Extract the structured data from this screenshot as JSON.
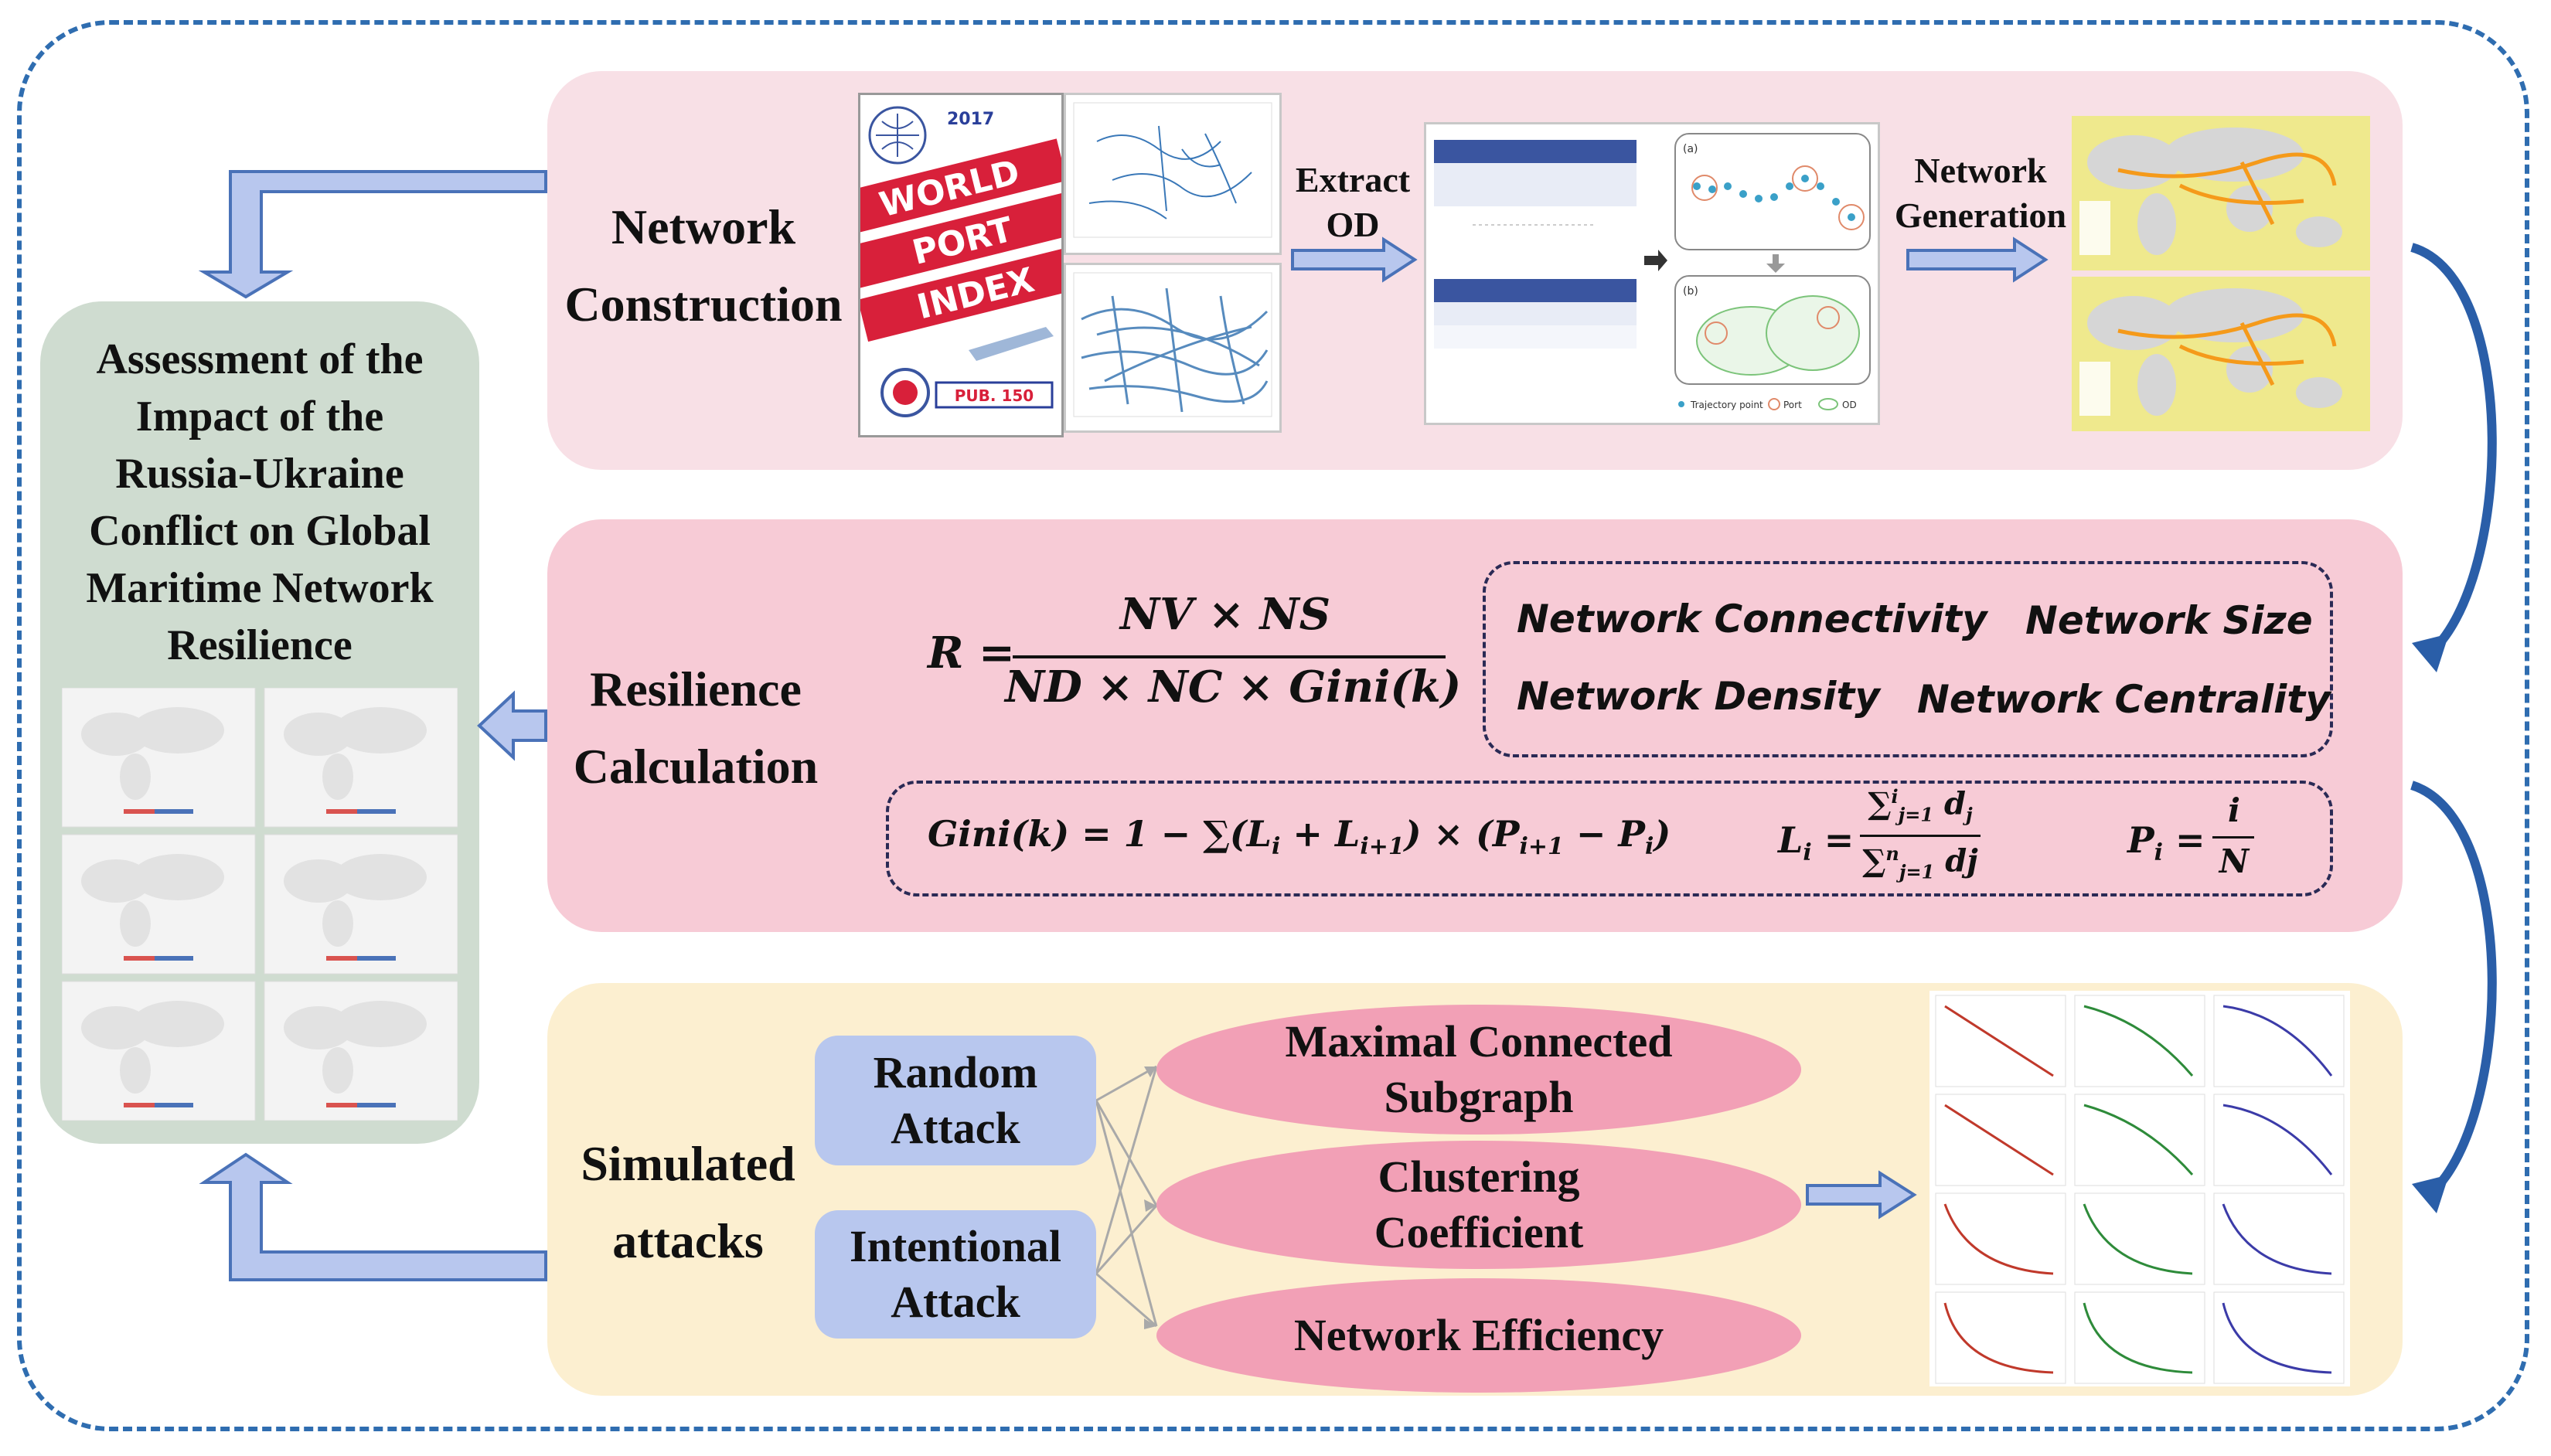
{
  "left_box": {
    "title": "Assessment of the\nImpact of the\nRussia-Ukraine\nConflict on Global\nMaritime Network\nResilience"
  },
  "network_construction": {
    "label": "Network\nConstruction",
    "book": {
      "year": "2017",
      "line1": "WORLD",
      "line2": "PORT",
      "line3": "INDEX",
      "pub": "PUB. 150"
    },
    "extract_label": "Extract\nOD",
    "table_legend": [
      "Trajectory point",
      "Port",
      "OD"
    ],
    "panel_a": "(a)",
    "panel_b": "(b)",
    "generation_label": "Network\nGeneration"
  },
  "resilience": {
    "label": "Resilience\nCalculation",
    "formula_R_left": "R =",
    "formula_R_num": "NV × NS",
    "formula_R_den": "ND × NC × Gini(k)",
    "metrics": [
      "Network Connectivity",
      "Network Size",
      "Network Density",
      "Network Centrality"
    ],
    "gini": "Gini(k) = 1 − ∑(L",
    "gini_rest": " + L",
    "gini_tail": ") × (P",
    "gini_tail2": " − P",
    "gini_end": ")",
    "Li_left": "L",
    "Li_num": "∑",
    "Li_den": "∑",
    "Pi_left": "P",
    "Pi_num": "i",
    "Pi_den": "N"
  },
  "simulated": {
    "label": "Simulated\nattacks",
    "attacks": [
      "Random\nAttack",
      "Intentional\nAttack"
    ],
    "measures": [
      "Maximal Connected\nSubgraph",
      "Clustering\nCoefficient",
      "Network Efficiency"
    ]
  },
  "colors": {
    "border": "#2f6db0",
    "arrow_fill": "#b8c7ee",
    "arrow_stroke": "#4a72b8",
    "curve": "#2a5ea8"
  }
}
